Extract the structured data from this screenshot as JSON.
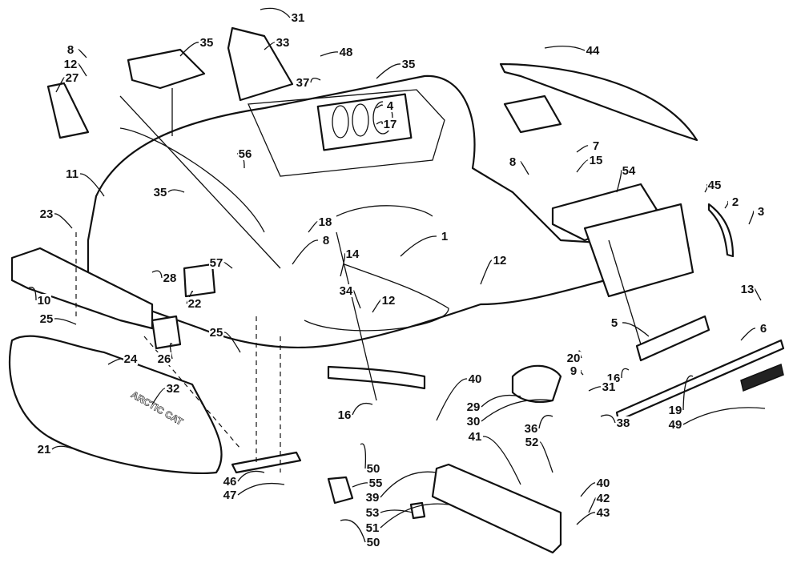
{
  "diagram": {
    "brand_text": "ARCTIC CAT",
    "callouts": [
      "31",
      "35",
      "33",
      "48",
      "8",
      "12",
      "27",
      "37",
      "35",
      "4",
      "17",
      "44",
      "56",
      "35",
      "11",
      "8",
      "7",
      "15",
      "54",
      "45",
      "2",
      "3",
      "23",
      "18",
      "8",
      "14",
      "1",
      "12",
      "57",
      "10",
      "28",
      "22",
      "34",
      "12",
      "13",
      "25",
      "5",
      "6",
      "25",
      "20",
      "9",
      "24",
      "26",
      "16",
      "31",
      "40",
      "29",
      "30",
      "19",
      "49",
      "32",
      "16",
      "38",
      "36",
      "21",
      "41",
      "52",
      "50",
      "55",
      "39",
      "40",
      "42",
      "46",
      "47",
      "53",
      "43",
      "51",
      "50"
    ]
  }
}
